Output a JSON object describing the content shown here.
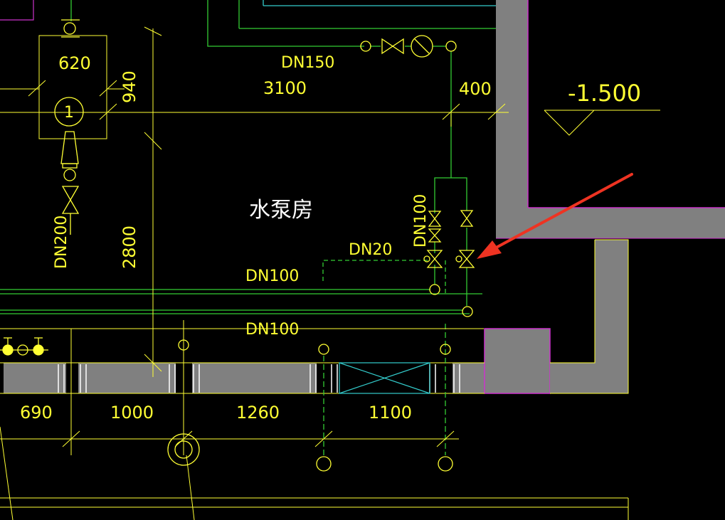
{
  "room": {
    "name": "水泵房"
  },
  "pipes": {
    "top_main": "DN150",
    "suction": "DN200",
    "riser": "DN100",
    "drain": "DN20",
    "main_1": "DN100",
    "main_2": "DN100"
  },
  "dimensions": {
    "pump_box": "620",
    "pump_height": "940",
    "span_top": "3100",
    "offset_right": "400",
    "span_left": "2800",
    "wall_seg_1": "690",
    "wall_seg_2": "1000",
    "wall_seg_3": "1260",
    "wall_seg_4": "1100"
  },
  "level": {
    "elevation": "-1.500"
  },
  "pump": {
    "number": "1"
  },
  "colors": {
    "background": "#000000",
    "annotation": "#ffff33",
    "pipe": "#33cc33",
    "wall_fill": "#808080",
    "outline_magenta": "#cc33cc",
    "cyan": "#33cccc",
    "arrow": "#ee3322"
  }
}
